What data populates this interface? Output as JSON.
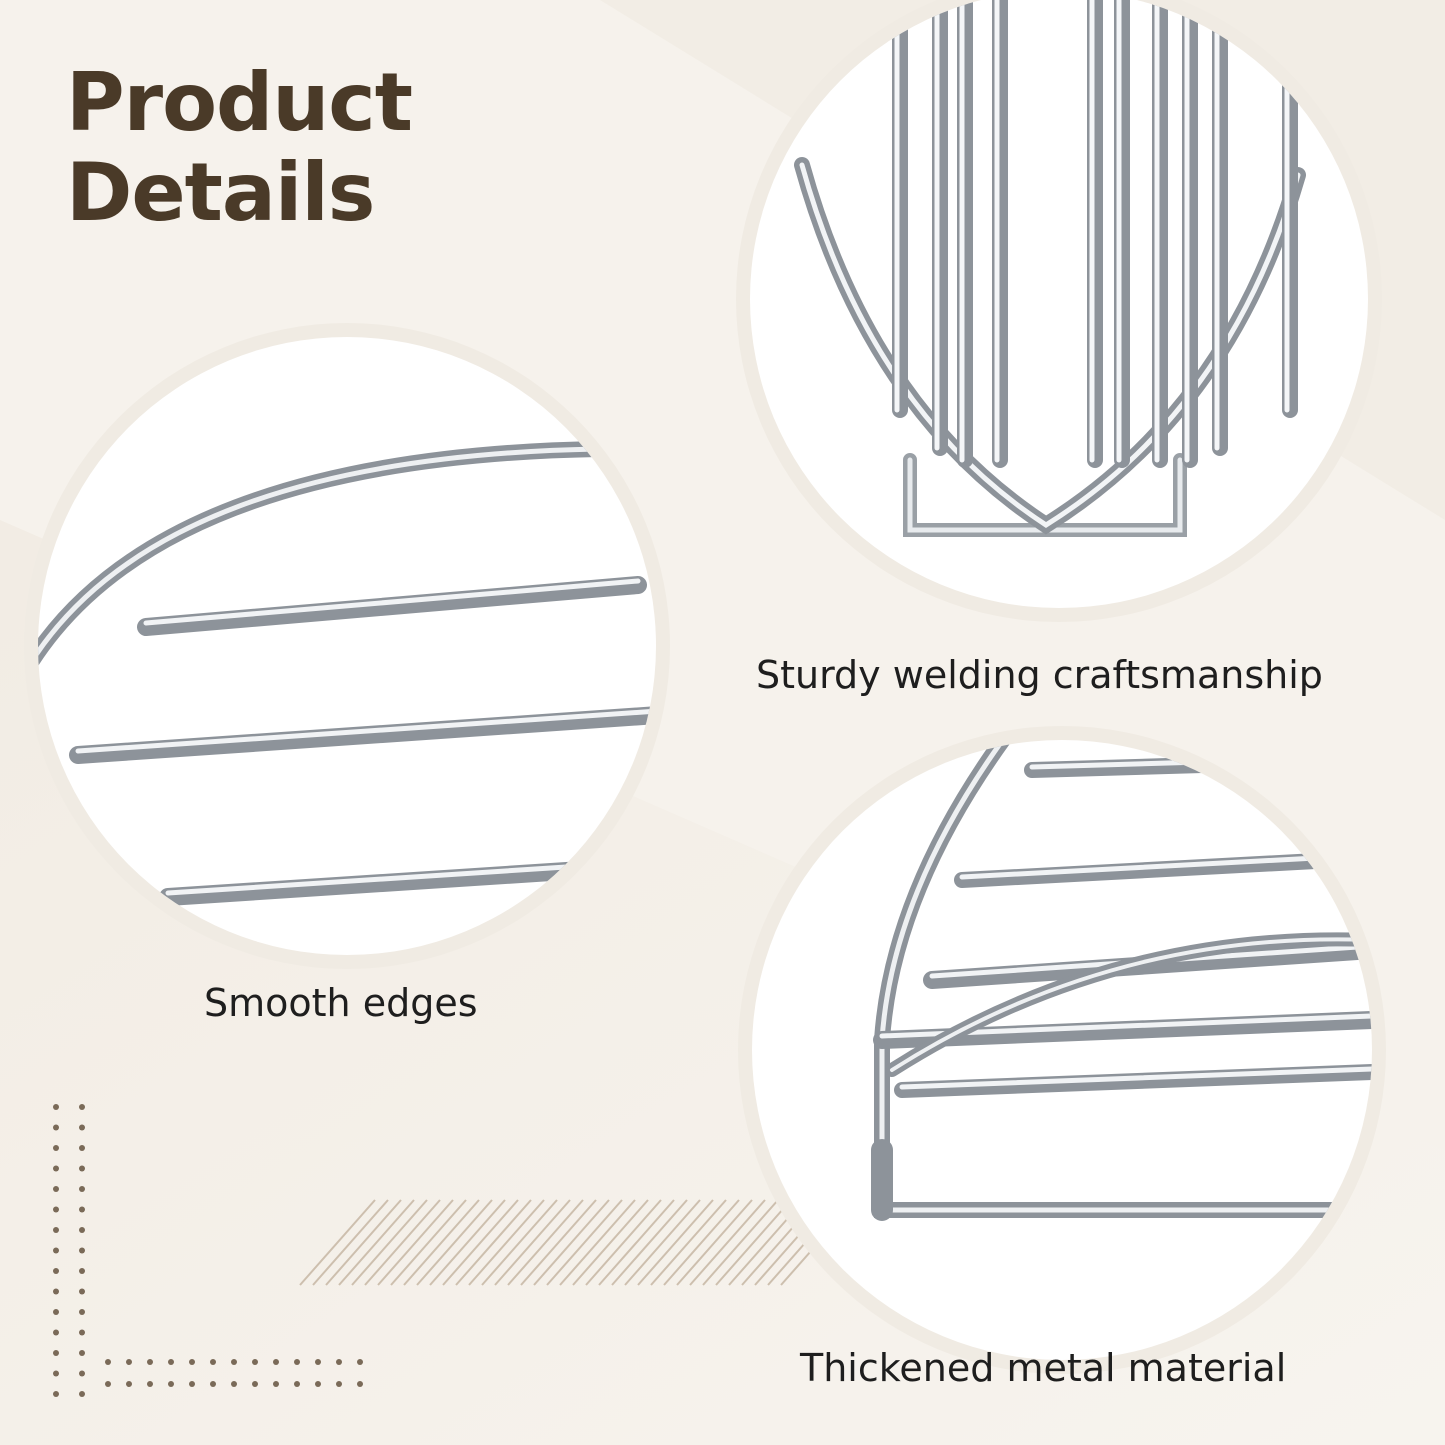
{
  "page": {
    "title_line1": "Product",
    "title_line2": "Details"
  },
  "details": [
    {
      "caption": "Sturdy welding craftsmanship",
      "icon": "welded-wire-rack-icon"
    },
    {
      "caption": "Smooth edges",
      "icon": "smooth-wire-edge-icon"
    },
    {
      "caption": "Thickened metal material",
      "icon": "thick-metal-wire-icon"
    }
  ],
  "colors": {
    "background": "#f6f2ec",
    "title": "#4a3a28",
    "caption": "#1e1e1e",
    "circle": "#ffffff",
    "accent_pattern": "#c9b9a4"
  }
}
